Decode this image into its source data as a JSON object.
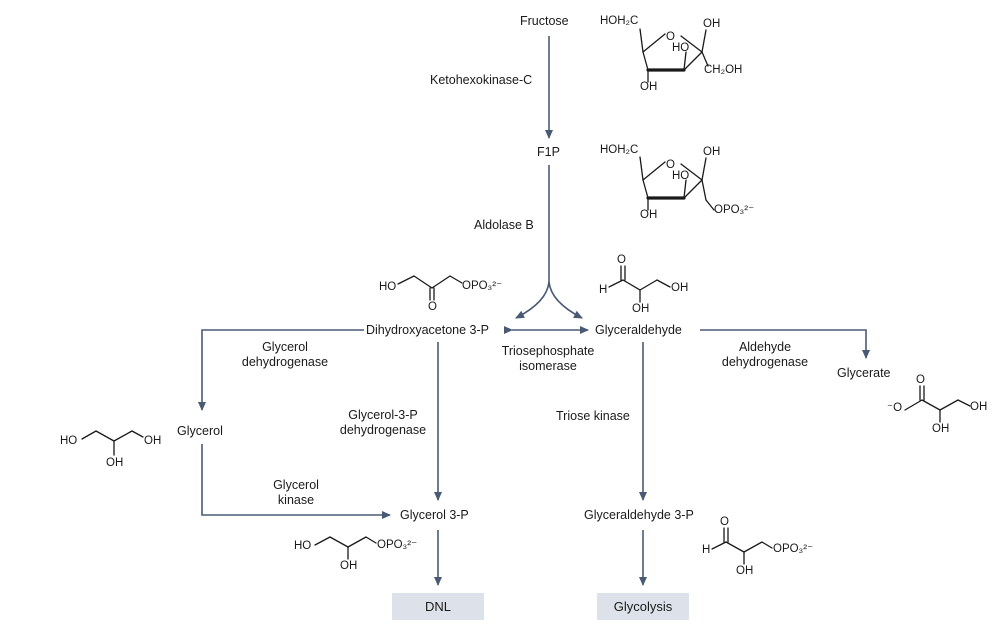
{
  "nodes": {
    "fructose": "Fructose",
    "f1p": "F1P",
    "dhap": "Dihydroxyacetone 3-P",
    "glyceraldehyde": "Glyceraldehyde",
    "glycerol": "Glycerol",
    "glycerate": "Glycerate",
    "glycerol3p": "Glycerol 3-P",
    "glyceraldehyde3p": "Glyceraldehyde 3-P"
  },
  "enzymes": {
    "khk": "Ketohexokinase-C",
    "aldob": "Aldolase B",
    "gdh_l1": "Glycerol",
    "gdh_l2": "dehydrogenase",
    "tpi_l1": "Triosephosphate",
    "tpi_l2": "isomerase",
    "aldh_l1": "Aldehyde",
    "aldh_l2": "dehydrogenase",
    "g3pdh_l1": "Glycerol-3-P",
    "g3pdh_l2": "dehydrogenase",
    "tk": "Triose kinase",
    "gk_l1": "Glycerol",
    "gk_l2": "kinase"
  },
  "outputs": {
    "dnl": "DNL",
    "glycolysis": "Glycolysis"
  },
  "atoms": {
    "hoh2c": "HOH₂C",
    "oh": "OH",
    "ho": "HO",
    "o": "O",
    "h": "H",
    "ch2oh": "CH₂OH",
    "opo3": "OPO₃²⁻",
    "o_minus": "⁻O"
  },
  "colors": {
    "arrow": "#4a5a74",
    "box_fill": "#dde1e9",
    "bond": "#1a1a1a"
  }
}
